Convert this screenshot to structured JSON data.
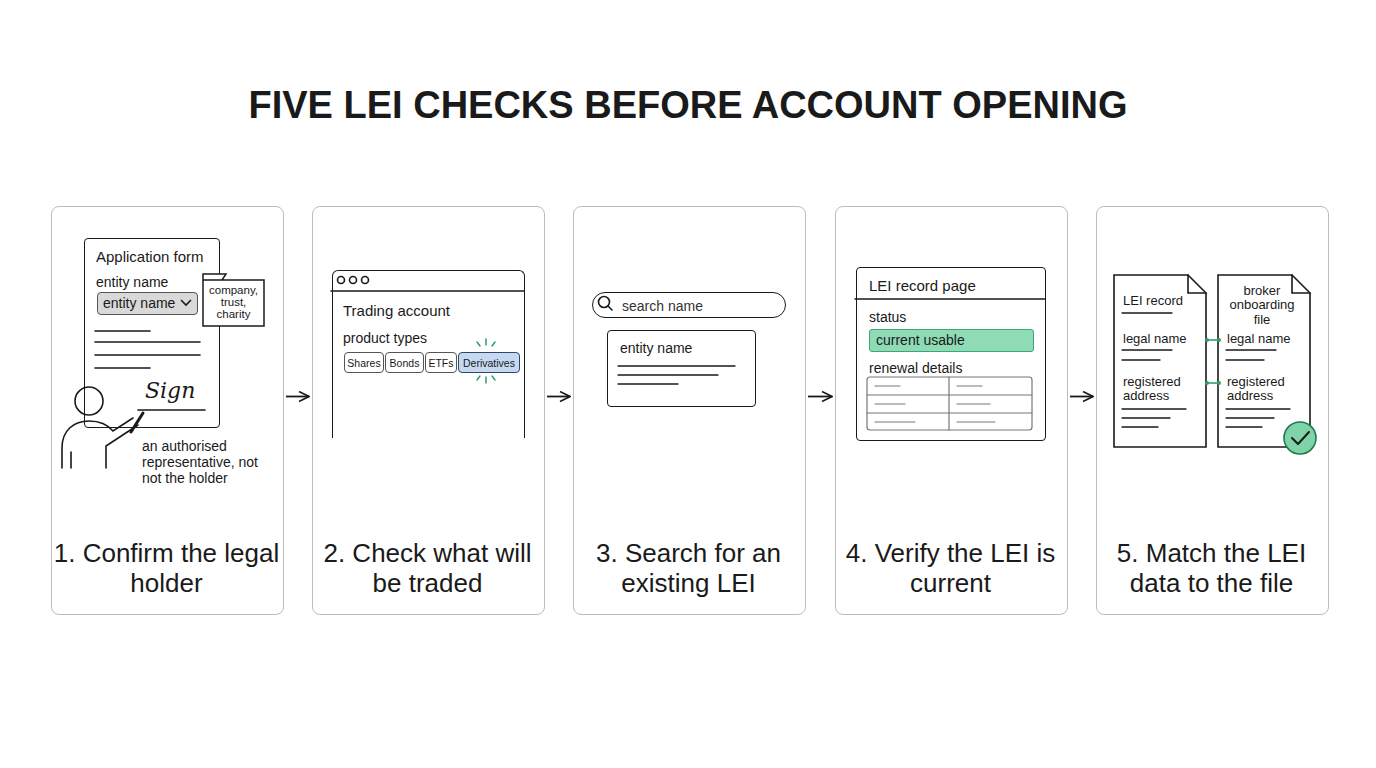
{
  "diagram": {
    "title": "FIVE LEI CHECKS BEFORE ACCOUNT OPENING",
    "nodes": [
      {
        "text": [
          "1. Confirm the legal holder"
        ]
      },
      {
        "text": [
          "Application form",
          "entity name"
        ],
        "in": 0
      },
      {
        "text": [
          "entity name"
        ],
        "in": 1
      },
      {
        "text": [
          "company, trust, charity"
        ],
        "in": 0
      },
      {
        "text": [
          "2. Check what will be traded"
        ]
      },
      {
        "text": [
          "Trading account",
          "product types"
        ],
        "in": 4
      },
      {
        "text": [
          "Shares"
        ],
        "in": 5
      },
      {
        "text": [
          "Bonds"
        ],
        "in": 5
      },
      {
        "text": [
          "ETFs"
        ],
        "in": 5
      },
      {
        "text": [
          "Derivatives"
        ],
        "in": 5
      },
      {
        "text": [
          "3. Search for an existing LEI"
        ]
      },
      {
        "text": [
          "search name"
        ],
        "in": 10
      },
      {
        "text": [
          "entity name"
        ],
        "in": 10
      },
      {
        "text": [
          "4. Verify the LEI is current"
        ]
      },
      {
        "text": [
          "LEI record page",
          "status",
          "renewal details"
        ],
        "in": 13
      },
      {
        "text": [
          "current usable"
        ],
        "in": 14
      },
      {
        "text": [
          "5. Match the LEI data to the file"
        ]
      },
      {
        "text": [
          "LEI record",
          "legal name",
          "registered address"
        ],
        "in": 16
      },
      {
        "text": [
          "broker onboarding file",
          "legal name",
          "registered address"
        ],
        "in": 16
      }
    ],
    "edges": [
      {
        "from": 0,
        "to": 4,
        "arrow": "to"
      },
      {
        "from": 4,
        "to": 10,
        "arrow": "to"
      },
      {
        "from": 10,
        "to": 13,
        "arrow": "to"
      },
      {
        "from": 13,
        "to": 16,
        "arrow": "to"
      },
      {
        "from": 17,
        "to": 18,
        "arrow": "none"
      },
      {
        "from": 17,
        "to": 18,
        "arrow": "none"
      }
    ],
    "labels": [
      "Sign",
      "an authorised representative, not not the holder"
    ]
  }
}
